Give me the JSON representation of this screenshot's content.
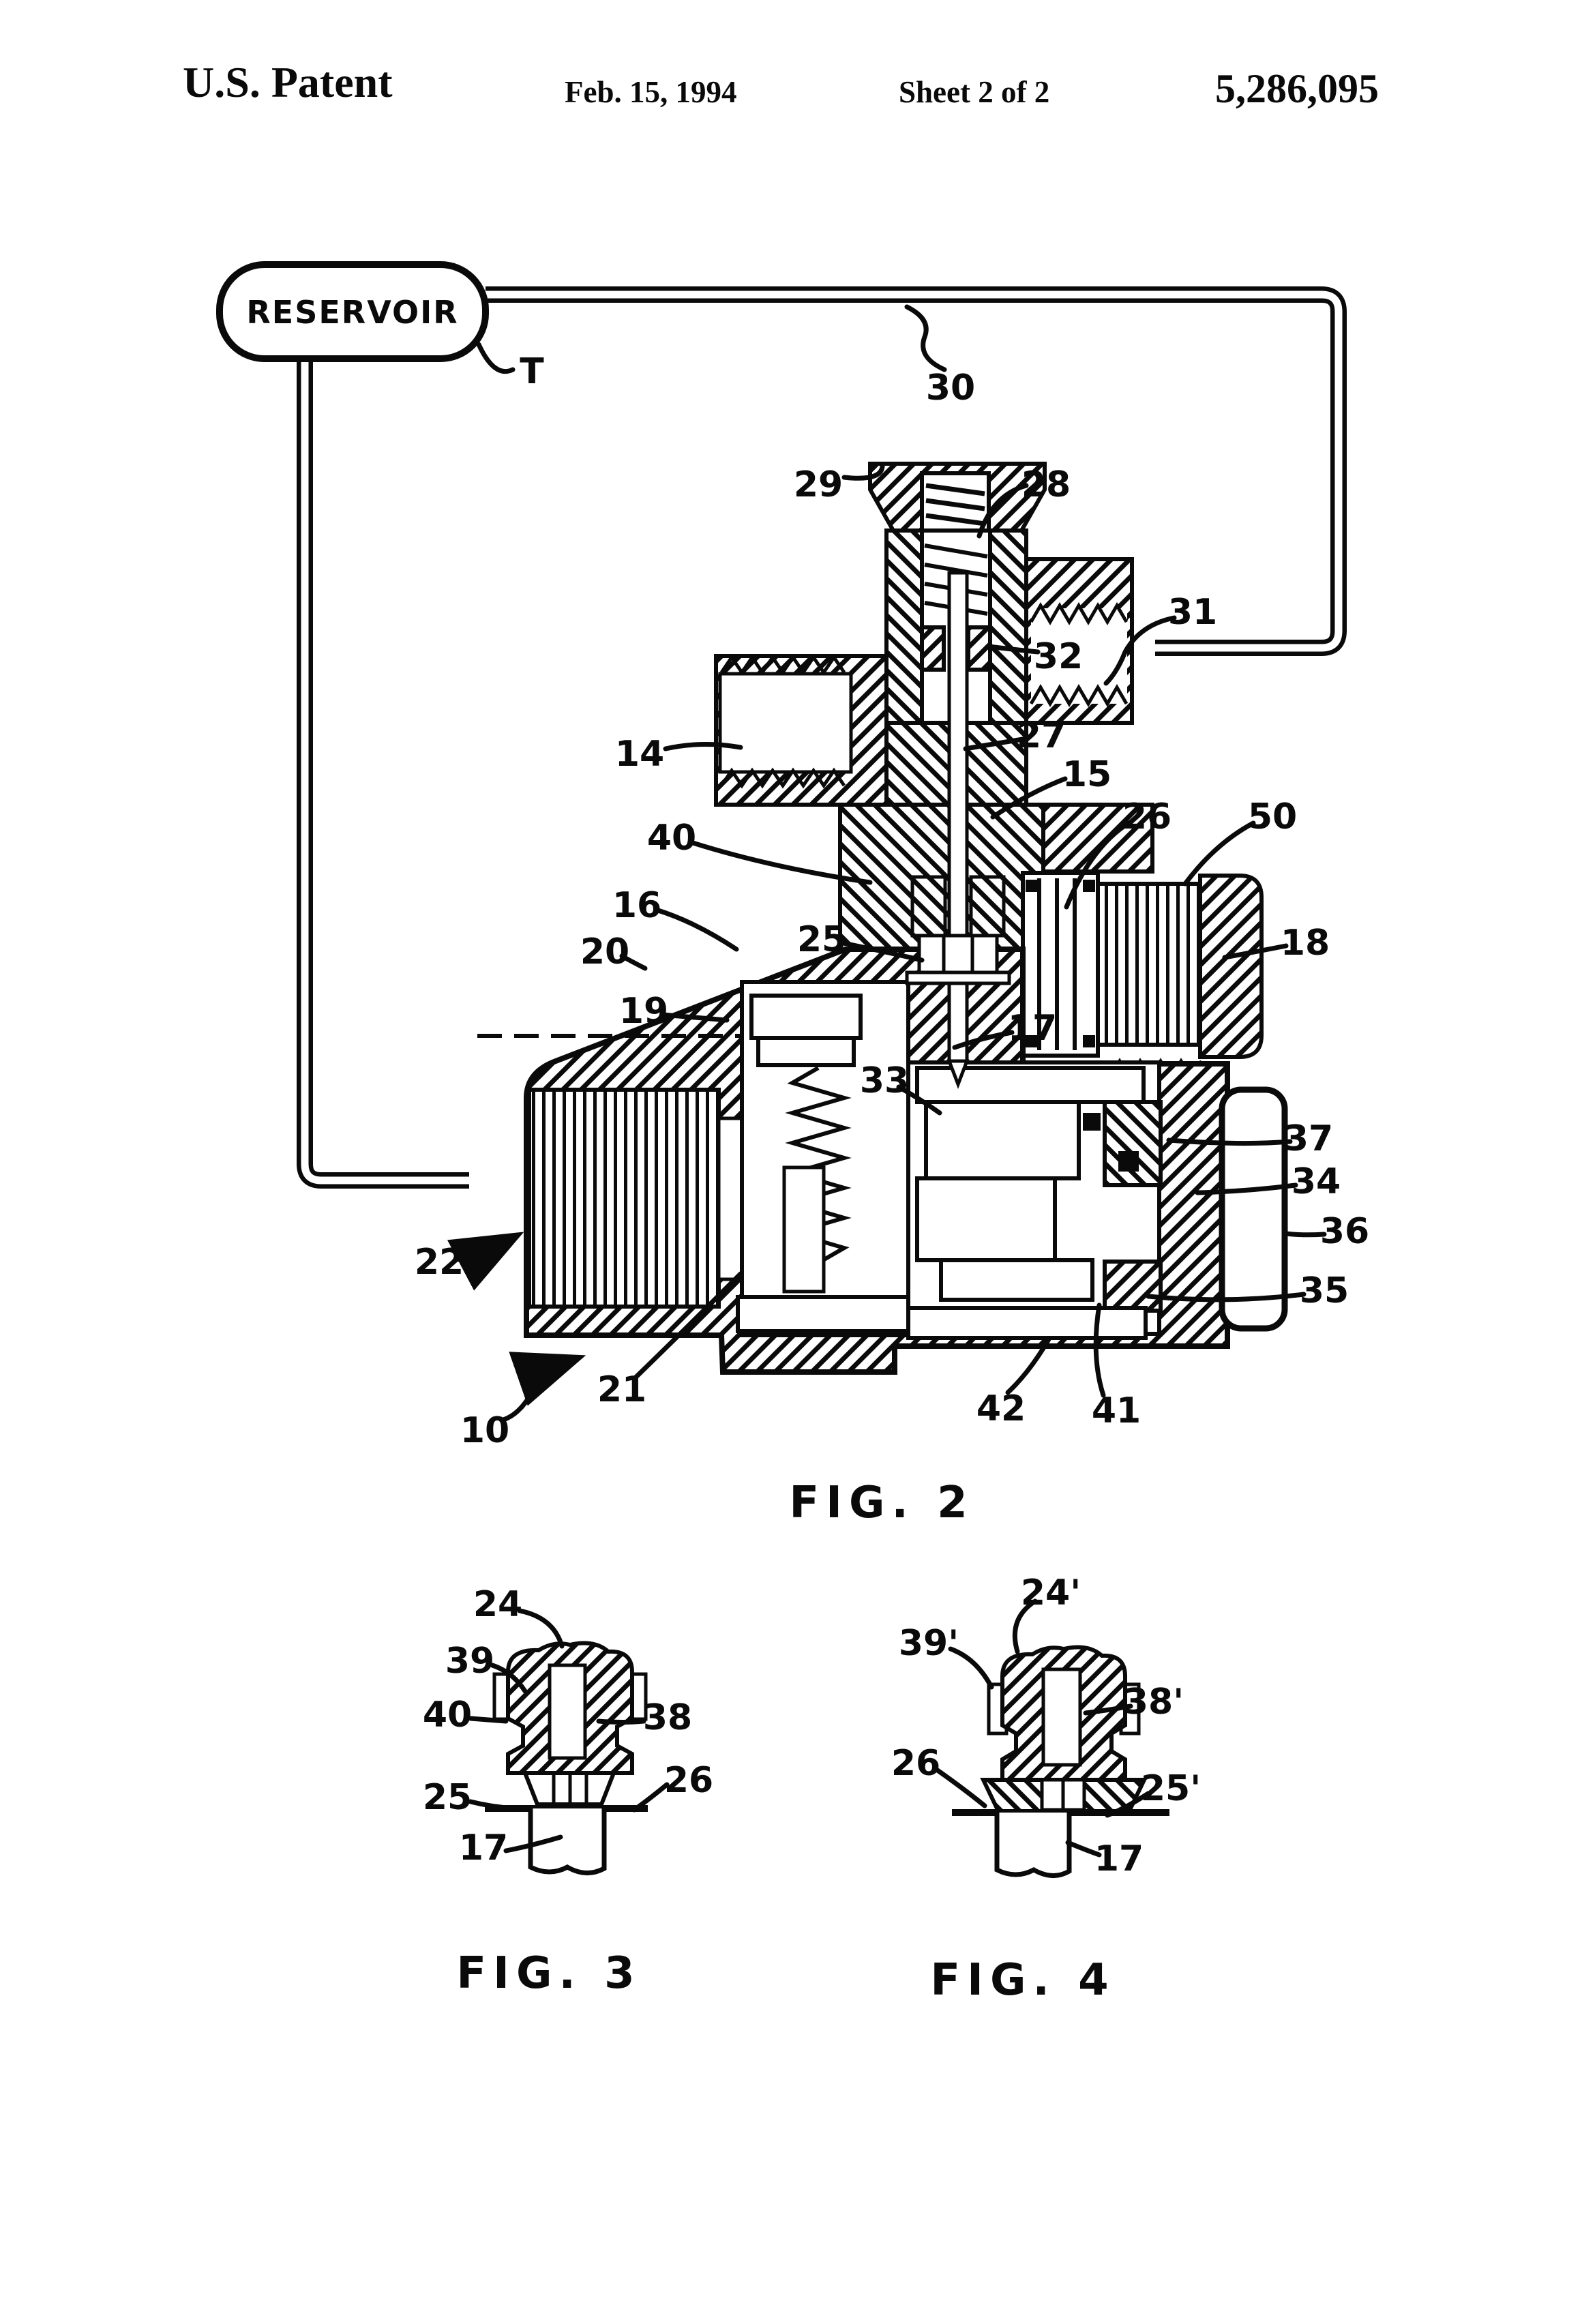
{
  "header": {
    "title": "U.S. Patent",
    "date": "Feb. 15, 1994",
    "sheet": "Sheet 2 of 2",
    "patent_number": "5,286,095"
  },
  "fig2": {
    "caption": "FIG. 2",
    "reservoir_label": "RESERVOIR",
    "reservoir_tag": "T",
    "refs": {
      "r29": "29",
      "r28": "28",
      "r30": "30",
      "r31": "31",
      "r32": "32",
      "r27": "27",
      "r14": "14",
      "r15": "15",
      "r26": "26",
      "r50": "50",
      "r18": "18",
      "r40": "40",
      "r16": "16",
      "r20": "20",
      "r25": "25",
      "r19": "19",
      "r17": "17",
      "r33": "33",
      "r37": "37",
      "r34": "34",
      "r36": "36",
      "r35": "35",
      "r22": "22",
      "r21": "21",
      "r10": "10",
      "r42": "42",
      "r41": "41"
    }
  },
  "fig3": {
    "caption": "FIG. 3",
    "refs": {
      "r24": "24",
      "r39": "39",
      "r40": "40",
      "r38": "38",
      "r25": "25",
      "r26": "26",
      "r17": "17"
    }
  },
  "fig4": {
    "caption": "FIG. 4",
    "refs": {
      "r24p": "24'",
      "r39p": "39'",
      "r38p": "38'",
      "r26": "26",
      "r25p": "25'",
      "r17": "17"
    }
  },
  "colors": {
    "ink": "#0a0a0a",
    "paper": "#ffffff"
  }
}
